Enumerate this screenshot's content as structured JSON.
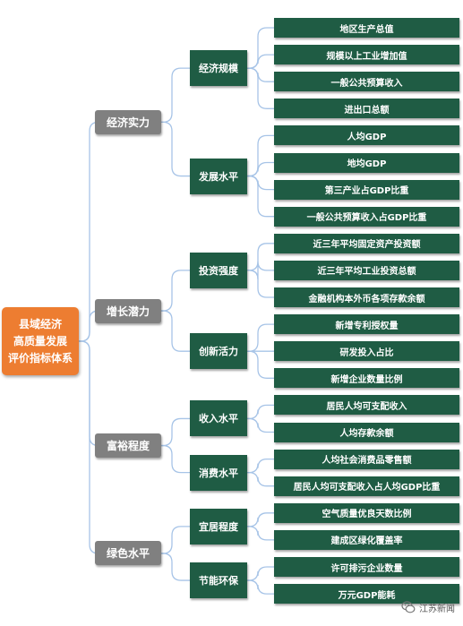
{
  "colors": {
    "root_fill": "#ed7d31",
    "level1_fill": "#808080",
    "level2_fill": "#1f5c44",
    "level3_fill": "#1f5c44",
    "connector": "#a7c4e7"
  },
  "root": {
    "label": "县域经济\n高质量发展\n评价指标体系"
  },
  "dimensions": [
    {
      "label": "经济实力",
      "groups": [
        {
          "label": "经济规模",
          "indicators": [
            "地区生产总值",
            "规模以上工业增加值",
            "一般公共预算收入",
            "进出口总额"
          ]
        },
        {
          "label": "发展水平",
          "indicators": [
            "人均GDP",
            "地均GDP",
            "第三产业占GDP比重",
            "一般公共预算收入占GDP比重"
          ]
        }
      ]
    },
    {
      "label": "增长潜力",
      "groups": [
        {
          "label": "投资强度",
          "indicators": [
            "近三年平均固定资产投资额",
            "近三年平均工业投资总额",
            "金融机构本外币各项存款余额"
          ]
        },
        {
          "label": "创新活力",
          "indicators": [
            "新增专利授权量",
            "研发投入占比",
            "新增企业数量比例"
          ]
        }
      ]
    },
    {
      "label": "富裕程度",
      "groups": [
        {
          "label": "收入水平",
          "indicators": [
            "居民人均可支配收入",
            "人均存款余额"
          ]
        },
        {
          "label": "消费水平",
          "indicators": [
            "人均社会消费品零售额",
            "居民人均可支配收入占人均GDP比重"
          ]
        }
      ]
    },
    {
      "label": "绿色水平",
      "groups": [
        {
          "label": "宜居程度",
          "indicators": [
            "空气质量优良天数比例",
            "建成区绿化覆盖率"
          ]
        },
        {
          "label": "节能环保",
          "indicators": [
            "许可排污企业数量",
            "万元GDP能耗"
          ]
        }
      ]
    }
  ],
  "watermark": {
    "text": "江苏新闻",
    "icon": "wechat-icon"
  }
}
